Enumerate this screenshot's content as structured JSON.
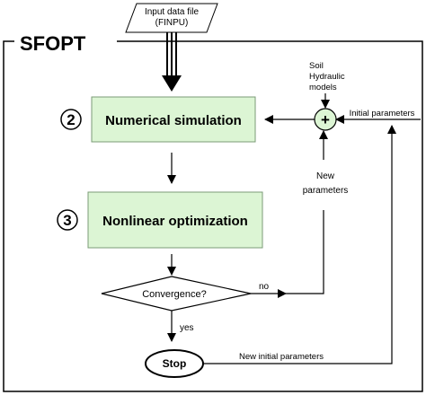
{
  "diagram": {
    "frame_title": "SFOPT",
    "input_line1": "Input data file",
    "input_line2": "(FINPU)",
    "step2_number": "2",
    "step2_label": "Numerical simulation",
    "step3_number": "3",
    "step3_label": "Nonlinear optimization",
    "decision_label": "Convergence?",
    "decision_no": "no",
    "decision_yes": "yes",
    "stop_label": "Stop",
    "soil_line1": "Soil",
    "soil_line2": "Hydraulic",
    "soil_line3": "models",
    "plus_symbol": "+",
    "initial_params": "Initial parameters",
    "new_params_line1": "New",
    "new_params_line2": "parameters",
    "new_initial_params": "New initial parameters",
    "colors": {
      "box_fill": "#dcf5d4",
      "box_stroke": "#7b9b77",
      "line": "#000000"
    }
  }
}
